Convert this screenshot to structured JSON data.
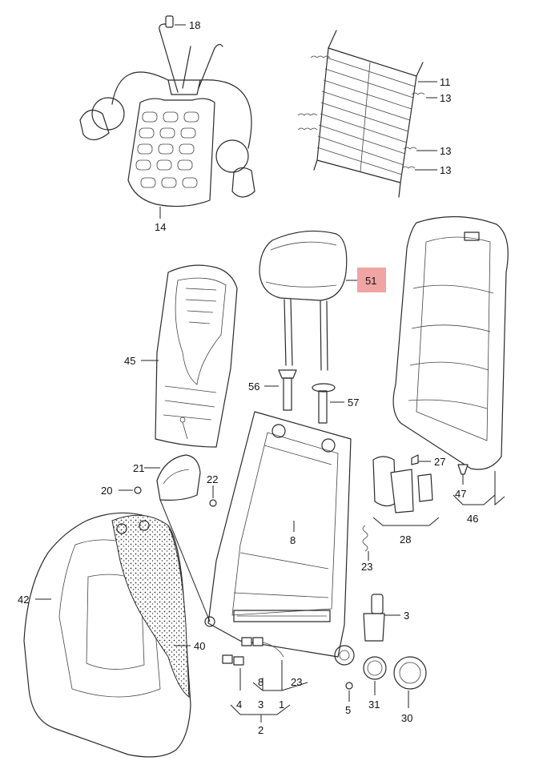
{
  "highlight_color": "#f0a4a4",
  "callouts": {
    "c18": "18",
    "c11": "11",
    "c13a": "13",
    "c13b": "13",
    "c13c": "13",
    "c14": "14",
    "c51": "51",
    "c45": "45",
    "c56": "56",
    "c57": "57",
    "c21": "21",
    "c20": "20",
    "c22": "22",
    "c27": "27",
    "c47": "47",
    "c46": "46",
    "c28": "28",
    "c8": "8",
    "c23a": "23",
    "c42": "42",
    "c40": "40",
    "c3a": "3",
    "c5": "5",
    "c31": "31",
    "c30": "30",
    "b4": "4",
    "b3": "3",
    "b1": "1",
    "b2": "2",
    "b8": "8",
    "b23": "23"
  }
}
